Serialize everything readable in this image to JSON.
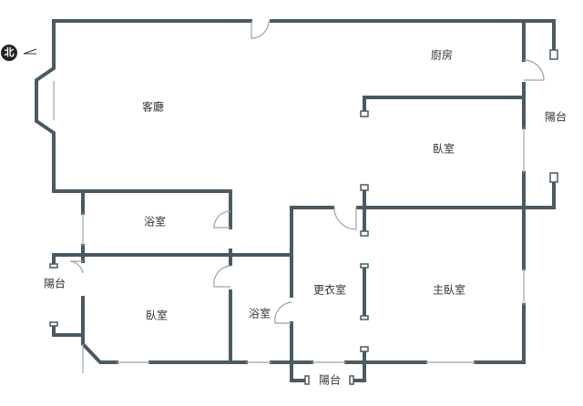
{
  "compass": {
    "label": "北"
  },
  "rooms": {
    "living": "客廳",
    "kitchen": "廚房",
    "balcony_east": "陽台",
    "bedroom_upper": "臥室",
    "bath_upper": "浴室",
    "balcony_west": "陽台",
    "closet": "更衣室",
    "master": "主臥室",
    "bedroom_lower": "臥室",
    "bath_lower": "浴室",
    "balcony_south": "陽台"
  },
  "colors": {
    "wall": "#4a5a62",
    "window": "#9aa5aa"
  }
}
